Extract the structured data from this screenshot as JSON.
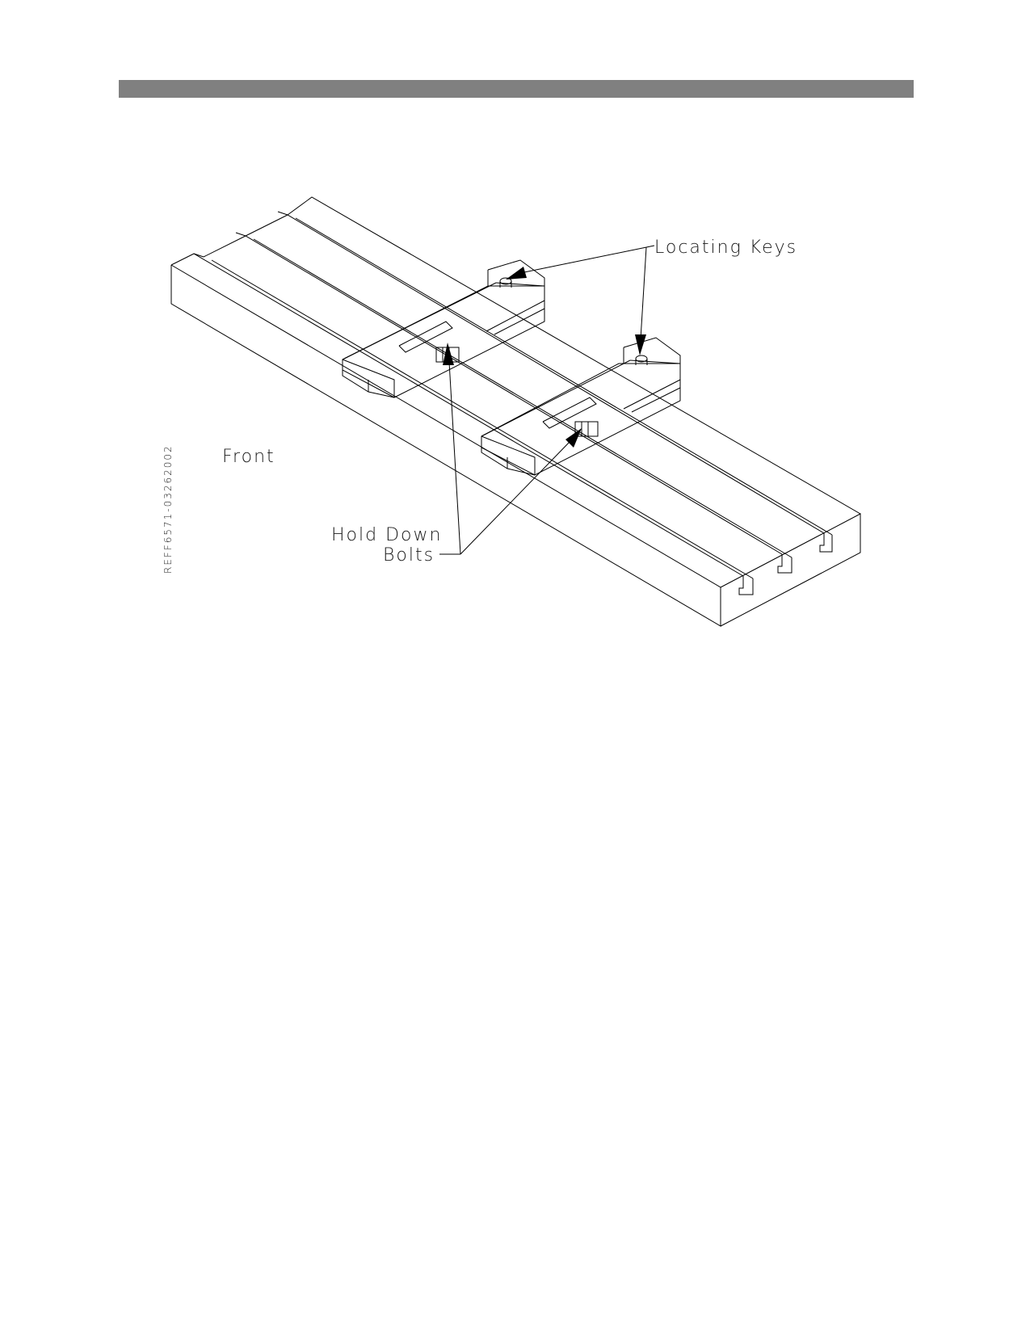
{
  "labels": {
    "locating_keys": "Locating Keys",
    "front": "Front",
    "hold_down_line1": "Hold Down",
    "hold_down_line2": "Bolts",
    "reference_id": "REFF6571-03262002"
  },
  "colors": {
    "header_bar": "#808080",
    "line": "#000000"
  }
}
